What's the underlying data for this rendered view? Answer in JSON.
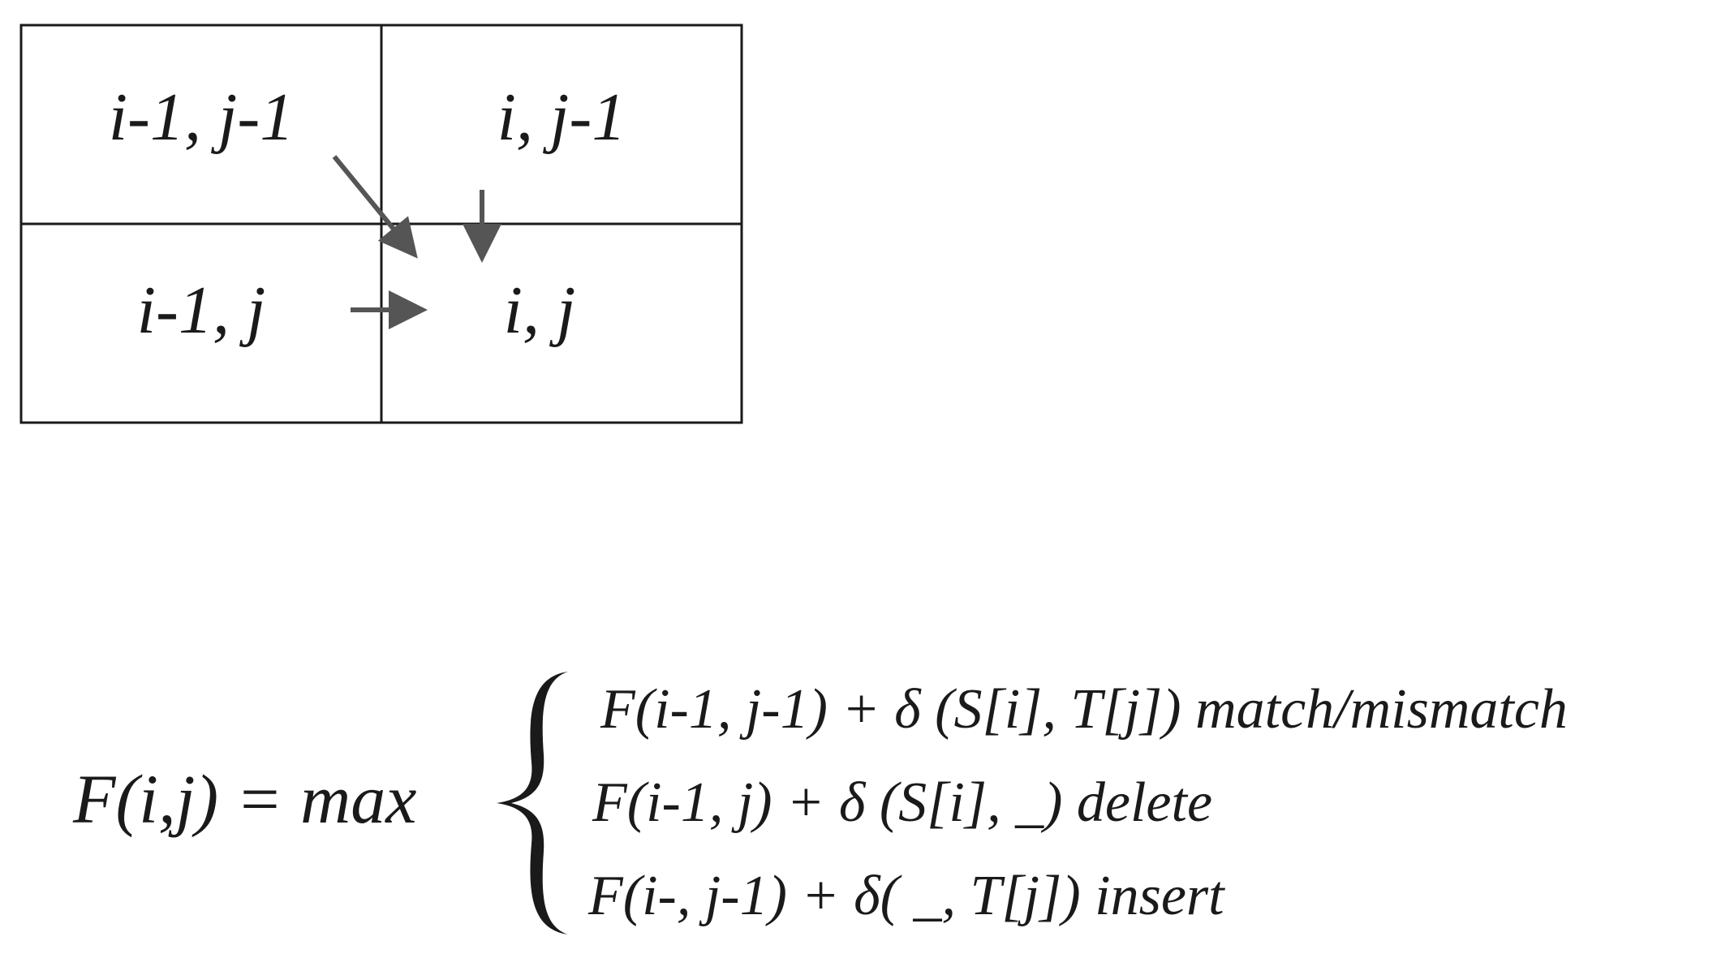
{
  "grid": {
    "cells": {
      "top_left": "i-1, j-1",
      "top_right": "i, j-1",
      "bottom_left": "i-1, j",
      "bottom_right": "i, j"
    }
  },
  "formula": {
    "lhs": "F(i,j) = max",
    "cases": [
      "F(i-1, j-1) + δ (S[i], T[j]) match/mismatch",
      "F(i-1, j) + δ (S[i], _) delete",
      "F(i-, j-1) + δ( _, T[j]) insert"
    ]
  },
  "colors": {
    "line": "#1a1a1a",
    "arrow": "#555555"
  }
}
